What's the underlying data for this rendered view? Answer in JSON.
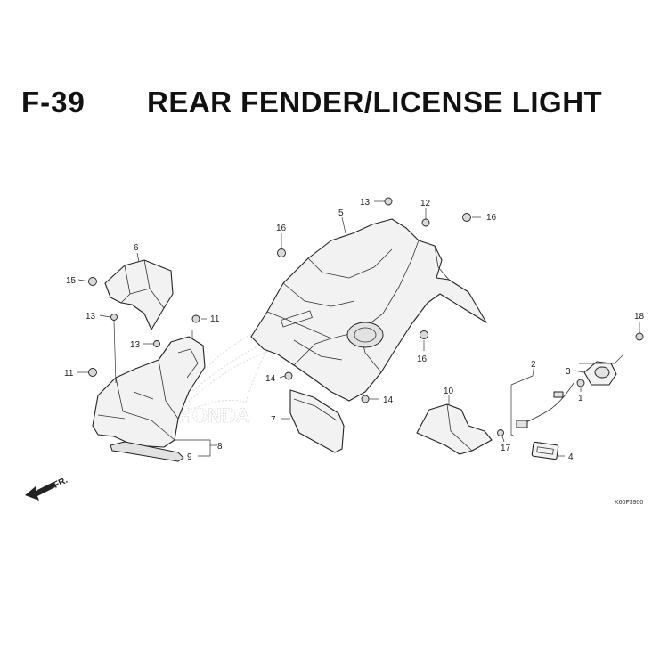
{
  "header": {
    "figure_code": "F-39",
    "title": "REAR FENDER/LICENSE LIGHT"
  },
  "diagram": {
    "direction_label": "FR.",
    "watermark_text": "HONDA",
    "ref_code": "K60F3900",
    "callouts": [
      {
        "id": "c1",
        "label": "1"
      },
      {
        "id": "c2",
        "label": "2"
      },
      {
        "id": "c3",
        "label": "3"
      },
      {
        "id": "c4",
        "label": "4"
      },
      {
        "id": "c5",
        "label": "5"
      },
      {
        "id": "c6",
        "label": "6"
      },
      {
        "id": "c7",
        "label": "7"
      },
      {
        "id": "c8",
        "label": "8"
      },
      {
        "id": "c9",
        "label": "9"
      },
      {
        "id": "c10",
        "label": "10"
      },
      {
        "id": "c11a",
        "label": "11"
      },
      {
        "id": "c11b",
        "label": "11"
      },
      {
        "id": "c12",
        "label": "12"
      },
      {
        "id": "c13a",
        "label": "13"
      },
      {
        "id": "c13b",
        "label": "13"
      },
      {
        "id": "c13c",
        "label": "13"
      },
      {
        "id": "c14a",
        "label": "14"
      },
      {
        "id": "c14b",
        "label": "14"
      },
      {
        "id": "c15",
        "label": "15"
      },
      {
        "id": "c16a",
        "label": "16"
      },
      {
        "id": "c16b",
        "label": "16"
      },
      {
        "id": "c16c",
        "label": "16"
      },
      {
        "id": "c17",
        "label": "17"
      },
      {
        "id": "c18",
        "label": "18"
      }
    ]
  }
}
